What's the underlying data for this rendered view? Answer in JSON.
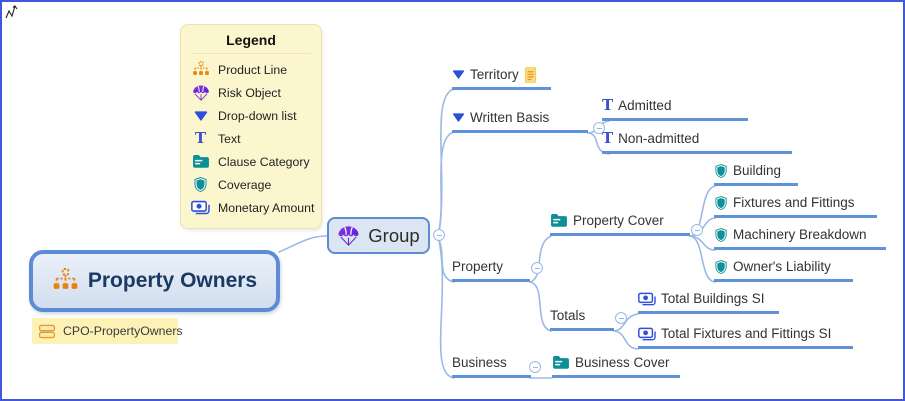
{
  "colors": {
    "canvas_border": "#4356e0",
    "branch_line": "#5f93d8",
    "connector_curve": "#9ab9e4",
    "node_border": "#5b8cd4",
    "node_fill": "#dce6f3",
    "root_text": "#1b3a63",
    "legend_bg": "#fcf6cf",
    "chip_bg": "#fdf2b6",
    "product_line_orange": "#e8820c",
    "risk_object_purple": "#7c3aed",
    "dropdown_blue": "#2b50d9",
    "teal": "#0d9098",
    "monetary_blue": "#2f4fe0",
    "text": "#333333"
  },
  "glyphs": {
    "text_icon": "T"
  },
  "legend": {
    "title": "Legend",
    "items": [
      {
        "icon": "product-line-icon",
        "label": "Product Line"
      },
      {
        "icon": "risk-object-icon",
        "label": "Risk Object"
      },
      {
        "icon": "dropdown-icon",
        "label": "Drop-down list"
      },
      {
        "icon": "text-icon",
        "label": "Text"
      },
      {
        "icon": "clause-category-icon",
        "label": "Clause Category"
      },
      {
        "icon": "coverage-icon",
        "label": "Coverage"
      },
      {
        "icon": "monetary-amount-icon",
        "label": "Monetary Amount"
      }
    ]
  },
  "root": {
    "label": "Property Owners",
    "icon": "product-line-icon"
  },
  "chip": {
    "label": "CPO-PropertyOwners",
    "icon": "clause-list-icon"
  },
  "group": {
    "label": "Group",
    "icon": "risk-object-icon"
  },
  "nodes": {
    "territory": {
      "label": "Territory",
      "icon": "dropdown-icon",
      "badge": "note-icon"
    },
    "written_basis": {
      "label": "Written Basis",
      "icon": "dropdown-icon"
    },
    "admitted": {
      "label": "Admitted",
      "icon": "text-icon"
    },
    "non_admitted": {
      "label": "Non-admitted",
      "icon": "text-icon"
    },
    "property": {
      "label": "Property"
    },
    "property_cover": {
      "label": "Property Cover",
      "icon": "clause-category-icon"
    },
    "building": {
      "label": "Building",
      "icon": "coverage-icon"
    },
    "fixtures_and_fittings": {
      "label": "Fixtures and Fittings",
      "icon": "coverage-icon"
    },
    "machinery_breakdown": {
      "label": "Machinery Breakdown",
      "icon": "coverage-icon"
    },
    "owners_liability": {
      "label": "Owner's Liability",
      "icon": "coverage-icon"
    },
    "totals": {
      "label": "Totals"
    },
    "total_buildings_si": {
      "label": "Total Buildings SI",
      "icon": "monetary-amount-icon"
    },
    "total_fixtures_and_fittings_si": {
      "label": "Total Fixtures and Fittings SI",
      "icon": "monetary-amount-icon"
    },
    "business": {
      "label": "Business"
    },
    "business_cover": {
      "label": "Business Cover",
      "icon": "clause-category-icon"
    }
  }
}
